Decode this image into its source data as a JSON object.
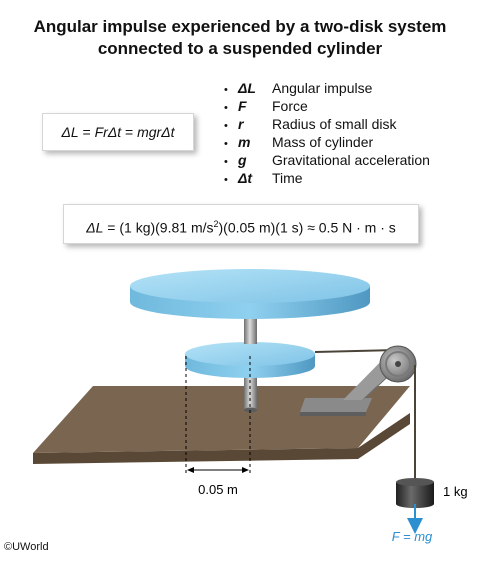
{
  "title": {
    "line1": "Angular impulse experienced by a two-disk system",
    "line2": "connected to a suspended cylinder"
  },
  "equation_box": {
    "lhs": "ΔL",
    "eq1": " = ",
    "f": "F",
    "r": "r",
    "dt1": "Δt",
    "eq2": " = ",
    "mgr": "mgr",
    "dt2": "Δt"
  },
  "legend": [
    {
      "bullet": "•",
      "symbol": "ΔL",
      "desc": "Angular impulse"
    },
    {
      "bullet": "•",
      "symbol": "F",
      "desc": "Force"
    },
    {
      "bullet": "•",
      "symbol": "r",
      "desc": "Radius of small disk"
    },
    {
      "bullet": "•",
      "symbol": "m",
      "desc": "Mass of cylinder"
    },
    {
      "bullet": "•",
      "symbol": "g",
      "desc": "Gravitational acceleration"
    },
    {
      "bullet": "•",
      "symbol": "Δt",
      "desc": "Time"
    }
  ],
  "calc_box": {
    "lhs": "ΔL",
    "rhs_a": " = (1 kg)(9.81 m/s",
    "sup": "2",
    "rhs_b": ")(0.05 m)(1 s) ≈ 0.5 N · m · s"
  },
  "diagram": {
    "radius_label": "0.05 m",
    "mass_label": "1 kg",
    "force_label": "F = mg",
    "colors": {
      "disk": "#8fcfee",
      "disk_side": "#5aa5ce",
      "table_top": "#7a6650",
      "table_side": "#5a4836",
      "force_arrow": "#2b8fd0"
    }
  },
  "footer": "©UWorld"
}
